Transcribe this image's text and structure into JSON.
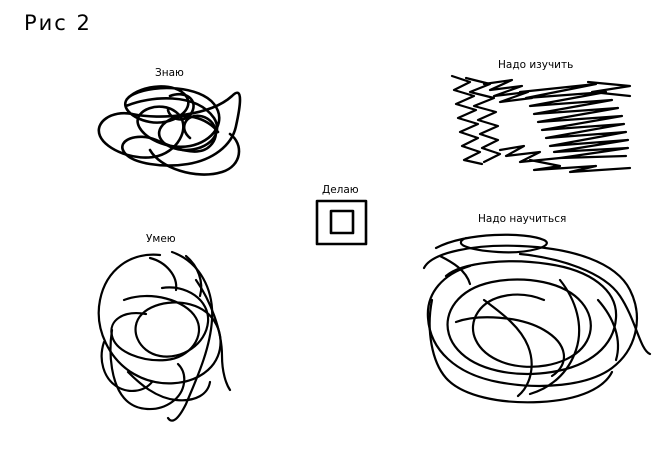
{
  "title": "Рис 2",
  "ink_color": "#000000",
  "background_color": "#ffffff",
  "clusters": {
    "know": {
      "label": "Знаю",
      "style": "dense tangled scribble"
    },
    "need_to_learn": {
      "label": "Надо изучить",
      "style": "zigzag hatching"
    },
    "do": {
      "label": "Делаю",
      "style": "nested squares"
    },
    "can": {
      "label": "Умею",
      "style": "loose looping scribble"
    },
    "need_to_master": {
      "label": "Надо научиться",
      "style": "large tangled scribble"
    }
  }
}
